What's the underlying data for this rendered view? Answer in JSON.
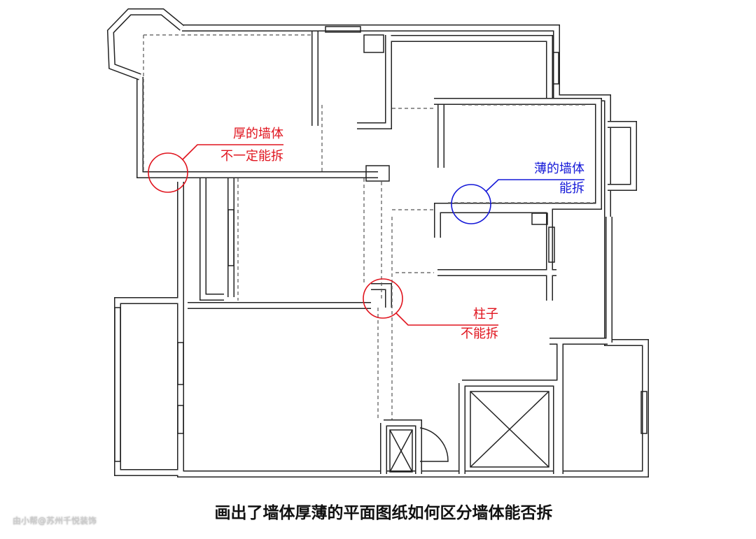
{
  "annotations": {
    "thick_wall": {
      "line1": "厚的墙体",
      "line2": "不一定能拆",
      "color": "#e0141e"
    },
    "thin_wall": {
      "line1": "薄的墙体",
      "line2": "能拆",
      "color": "#1418d8"
    },
    "column": {
      "line1": "柱子",
      "line2": "不能拆",
      "color": "#e0141e"
    }
  },
  "caption": "画出了墙体厚薄的平面图纸如何区分墙体能否拆",
  "watermark": "由小帮@苏州千悦装饰"
}
